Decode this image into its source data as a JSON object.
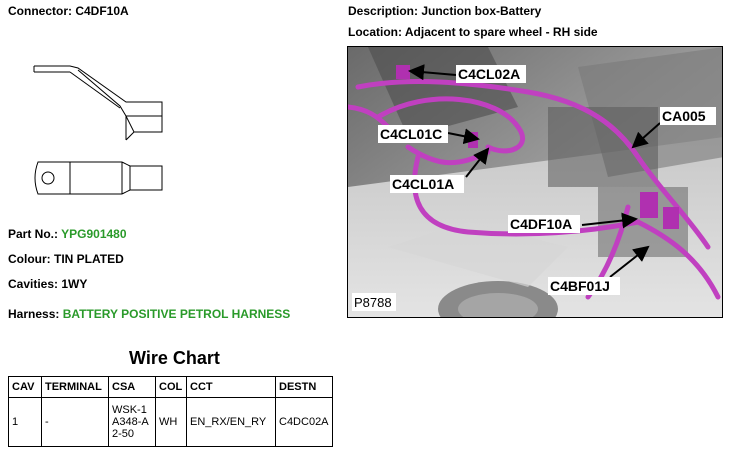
{
  "header": {
    "connector": "Connector: C4DF10A",
    "description": "Description: Junction box-Battery",
    "location": "Location: Adjacent to spare wheel - RH side"
  },
  "details": {
    "part_no_label": "Part No.:",
    "part_no_value": "YPG901480",
    "colour": "Colour: TIN PLATED",
    "cavities": "Cavities: 1WY",
    "harness_label": "Harness:",
    "harness_value": "BATTERY POSITIVE PETROL HARNESS"
  },
  "wire_chart": {
    "title": "Wire Chart",
    "headers": [
      "CAV",
      "TERMINAL",
      "CSA",
      "COL",
      "CCT",
      "DESTN"
    ],
    "rows": [
      [
        "1",
        "-",
        "WSK-1A348-A2-50",
        "WH",
        "EN_RX/EN_RY",
        "C4DC02A"
      ]
    ]
  },
  "photo": {
    "ref": "P8788",
    "callouts": [
      "C4CL02A",
      "CA005",
      "C4CL01C",
      "C4CL01A",
      "C4DF10A",
      "C4BF01J"
    ]
  },
  "colors": {
    "harness": "#c040c0",
    "green_text": "#2a9a2a"
  }
}
